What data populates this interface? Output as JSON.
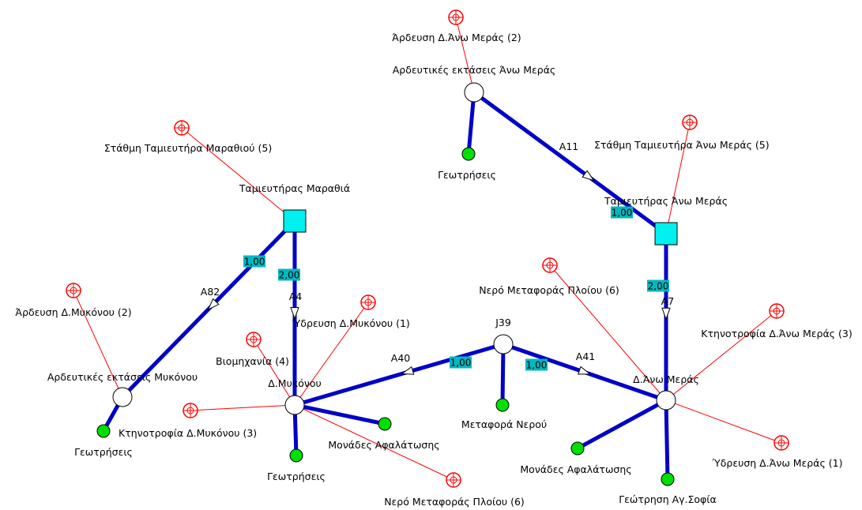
{
  "colors": {
    "pipe": "#0000c8",
    "demand_link": "#ff0000",
    "junction_fill": "#ffffff",
    "source_fill": "#00e000",
    "reservoir_fill": "#00f0f0",
    "label_bg": "#00b8c0"
  },
  "nodes": {
    "ardeusi_ano_meras": {
      "label": "Αρδευτικές εκτάσεις Άνω Μεράς",
      "shape": "junction"
    },
    "geotriseis_ano": {
      "label": "Γεωτρήσεις",
      "shape": "source"
    },
    "tamieutiras_ano_meras": {
      "label": "Ταμιευτήρας Άνω Μεράς",
      "shape": "reservoir"
    },
    "tamieutiras_marathia": {
      "label": "Ταμιευτήρας Μαραθιά",
      "shape": "reservoir"
    },
    "ardeusi_mykonou": {
      "label": "Αρδευτικές εκτάσεις Μυκόνου",
      "shape": "junction"
    },
    "geotriseis_myk_ardeusi": {
      "label": "Γεωτρήσεις",
      "shape": "source"
    },
    "d_mykonou": {
      "label": "Δ.Μυκόνου",
      "shape": "junction"
    },
    "geotriseis_myk": {
      "label": "Γεωτρήσεις",
      "shape": "source"
    },
    "monades_myk": {
      "label": "Μονάδες Αφαλάτωσης",
      "shape": "source"
    },
    "j39": {
      "label": "J39",
      "shape": "junction"
    },
    "metafora_nerou": {
      "label": "Μεταφορά Νερού",
      "shape": "source"
    },
    "d_ano_meras": {
      "label": "Δ.Άνω Μεράς",
      "shape": "junction"
    },
    "monades_ano": {
      "label": "Μονάδες Αφαλάτωσης",
      "shape": "source"
    },
    "geotrisi_agsofia": {
      "label": "Γεώτρηση Αγ.Σοφία",
      "shape": "source"
    }
  },
  "links": [
    {
      "id": "A11",
      "label": "A11",
      "from": "ardeusi_ano_meras",
      "to": "tamieutiras_ano_meras",
      "value": "1,00",
      "arrow": true
    },
    {
      "id": "A7",
      "label": "A7",
      "from": "tamieutiras_ano_meras",
      "to": "d_ano_meras",
      "value": "2,00",
      "arrow": true
    },
    {
      "id": "A82",
      "label": "A82",
      "from": "tamieutiras_marathia",
      "to": "ardeusi_mykonou",
      "value": "1,00",
      "arrow": true
    },
    {
      "id": "A4",
      "label": "A4",
      "from": "tamieutiras_marathia",
      "to": "d_mykonou",
      "value": "2,00",
      "arrow": true
    },
    {
      "id": "A40",
      "label": "A40",
      "from": "j39",
      "to": "d_mykonou",
      "value": "1,00",
      "arrow": true
    },
    {
      "id": "A41",
      "label": "A41",
      "from": "j39",
      "to": "d_ano_meras",
      "value": "1,00",
      "arrow": true
    },
    {
      "id": "p1",
      "label": "",
      "from": "ardeusi_ano_meras",
      "to": "geotriseis_ano",
      "value": "",
      "arrow": false
    },
    {
      "id": "p2",
      "label": "",
      "from": "ardeusi_mykonou",
      "to": "geotriseis_myk_ardeusi",
      "value": "",
      "arrow": false
    },
    {
      "id": "p3",
      "label": "",
      "from": "d_mykonou",
      "to": "geotriseis_myk",
      "value": "",
      "arrow": false
    },
    {
      "id": "p4",
      "label": "",
      "from": "d_mykonou",
      "to": "monades_myk",
      "value": "",
      "arrow": false
    },
    {
      "id": "p5",
      "label": "",
      "from": "j39",
      "to": "metafora_nerou",
      "value": "",
      "arrow": false
    },
    {
      "id": "p6",
      "label": "",
      "from": "d_ano_meras",
      "to": "monades_ano",
      "value": "",
      "arrow": false
    },
    {
      "id": "p7",
      "label": "",
      "from": "d_ano_meras",
      "to": "geotrisi_agsofia",
      "value": "",
      "arrow": false
    }
  ],
  "demands": [
    {
      "id": "dm1",
      "label": "Άρδευση Δ.Άνω Μεράς (2)",
      "node": "ardeusi_ano_meras"
    },
    {
      "id": "dm2",
      "label": "Στάθμη Ταμιευτήρα Άνω Μεράς (5)",
      "node": "tamieutiras_ano_meras"
    },
    {
      "id": "dm3",
      "label": "Στάθμη Ταμιευτήρα Μαραθιού (5)",
      "node": "tamieutiras_marathia"
    },
    {
      "id": "dm4",
      "label": "Άρδευση Δ.Μυκόνου (2)",
      "node": "ardeusi_mykonou"
    },
    {
      "id": "dm5",
      "label": "Ύδρευση Δ.Μυκόνου (1)",
      "node": "d_mykonou"
    },
    {
      "id": "dm6",
      "label": "Βιομηχανία (4)",
      "node": "d_mykonou"
    },
    {
      "id": "dm7",
      "label": "Κτηνοτροφία Δ.Μυκόνου (3)",
      "node": "d_mykonou"
    },
    {
      "id": "dm8",
      "label": "Νερό Μεταφοράς Πλοίου (6)",
      "node": "d_mykonou"
    },
    {
      "id": "dm9",
      "label": "Νερό Μεταφοράς Πλοίου (6)",
      "node": "d_ano_meras"
    },
    {
      "id": "dm10",
      "label": "Κτηνοτροφία Δ.Άνω Μεράς (3)",
      "node": "d_ano_meras"
    },
    {
      "id": "dm11",
      "label": "Ύδρευση Δ.Άνω Μεράς (1)",
      "node": "d_ano_meras"
    }
  ]
}
